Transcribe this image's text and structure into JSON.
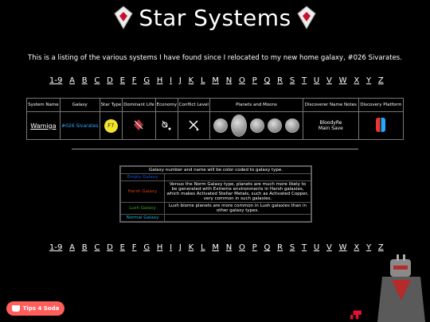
{
  "header": {
    "title": "Star Systems"
  },
  "intro": "This is a listing of the various systems I have found since I relocated to my new home galaxy, #026 Sivarates.",
  "alphabet": [
    "1-9",
    "A",
    "B",
    "C",
    "D",
    "E",
    "F",
    "G",
    "H",
    "I",
    "J",
    "K",
    "L",
    "M",
    "N",
    "O",
    "P",
    "Q",
    "R",
    "S",
    "T",
    "U",
    "V",
    "W",
    "X",
    "Y",
    "Z"
  ],
  "table": {
    "headers": [
      "System Name",
      "Galaxy",
      "Star Type",
      "Dominant Life",
      "Economy",
      "Conflict Level",
      "Planets and Moons",
      "Discoverer Name Notes",
      "Discovery Platform"
    ],
    "row": {
      "system_name": "Wamiga",
      "galaxy": "#026 Sivarates",
      "star_type": "F7",
      "discoverer": "BloodyRe",
      "notes": "Main Save"
    }
  },
  "legend": {
    "heading": "Galaxy number and name will be color coded to galaxy type.",
    "rows": [
      {
        "label": "Empty Galaxy",
        "color": "#1a4fd6",
        "desc": ""
      },
      {
        "label": "Harsh Galaxy",
        "color": "#d23a1e",
        "desc": "Versus the Norm Galaxy type, planets are much more likely to be generated with Extreme environments in Harsh galaxies, which makes Activated Stellar Metals, such as Activated Copper, very common in such galaxies."
      },
      {
        "label": "Lush Galaxy",
        "color": "#3aa12a",
        "desc": "Lush biome planets are more common in Lush galaxies than in other galaxy types."
      },
      {
        "label": "Normal Galaxy",
        "color": "#22b3e0",
        "desc": ""
      }
    ]
  },
  "tips": {
    "label": "Tips 4 Soda",
    "color": "#ff5e5b"
  },
  "icons": [
    "star-diamond-logo-icon",
    "dominant-life-crystal-icon",
    "economy-icon",
    "conflict-icon",
    "nintendo-switch-icon",
    "coffee-cup-icon"
  ]
}
